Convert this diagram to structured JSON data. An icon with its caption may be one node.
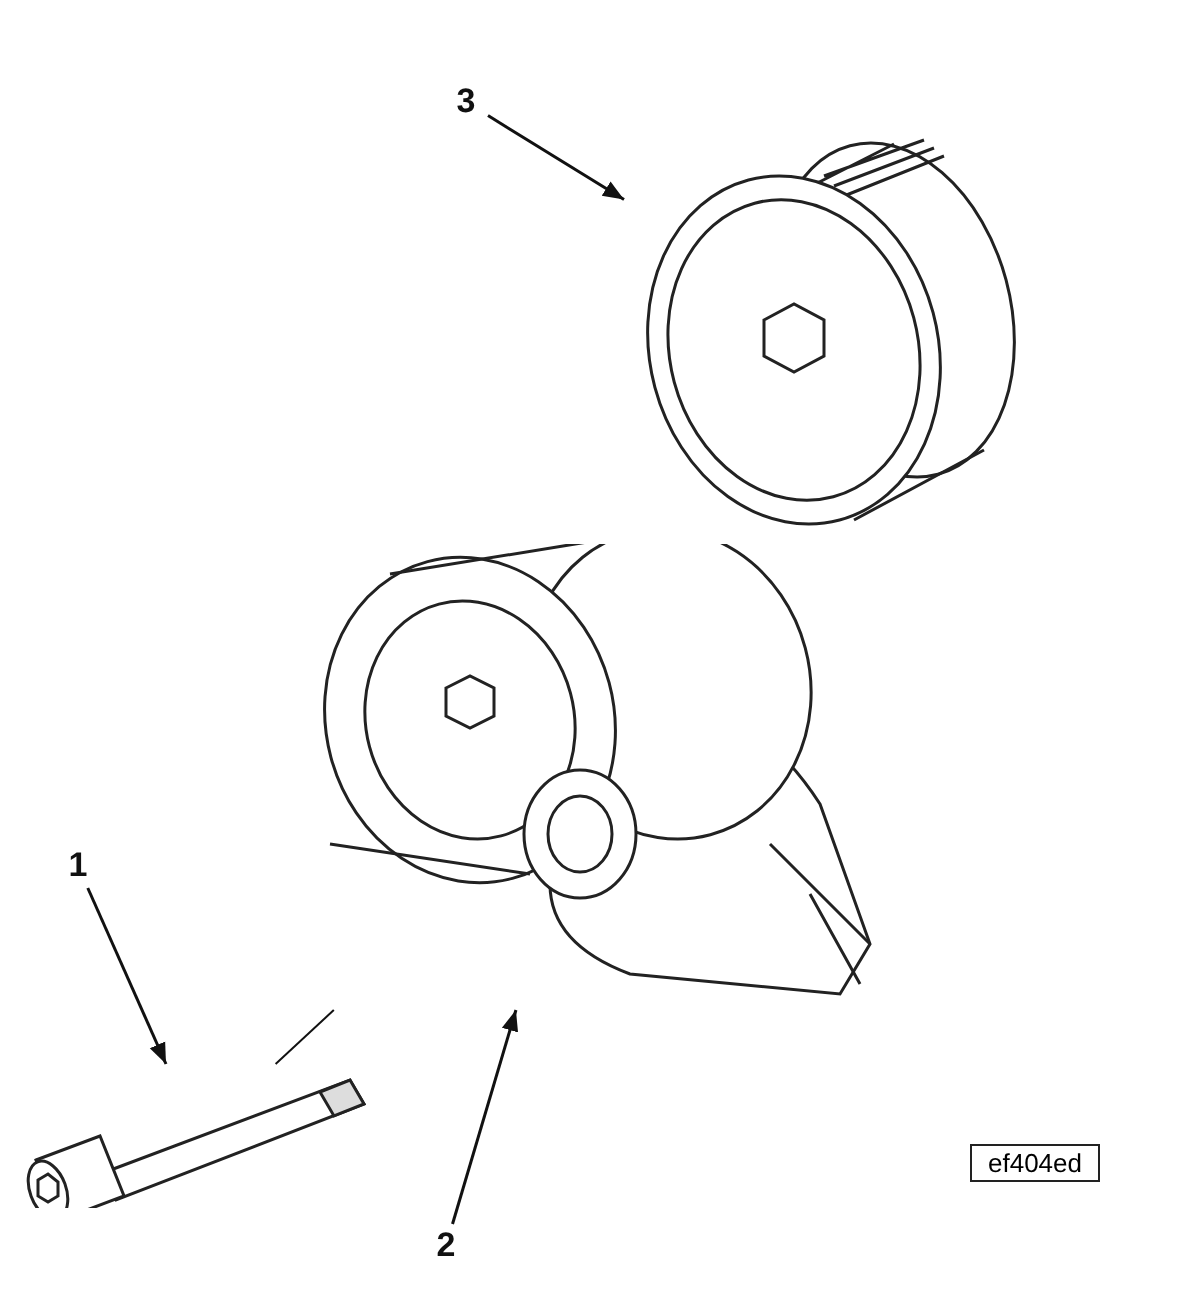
{
  "diagram": {
    "nodes": [
      {
        "text": [
          "1"
        ]
      },
      {
        "text": [
          "2"
        ]
      },
      {
        "text": [
          "3"
        ]
      },
      {
        "text": [],
        "shape": "picture"
      },
      {
        "text": [],
        "shape": "picture"
      },
      {
        "text": [],
        "shape": "picture"
      }
    ],
    "edges": [
      {
        "from": 0,
        "to": 3,
        "arrow": "to"
      },
      {
        "from": 1,
        "to": 4,
        "arrow": "to"
      },
      {
        "from": 2,
        "to": 5,
        "arrow": "to"
      },
      {
        "from": 3,
        "to": 4,
        "arrow": "none"
      }
    ],
    "labels": [
      "ef404ed"
    ]
  }
}
